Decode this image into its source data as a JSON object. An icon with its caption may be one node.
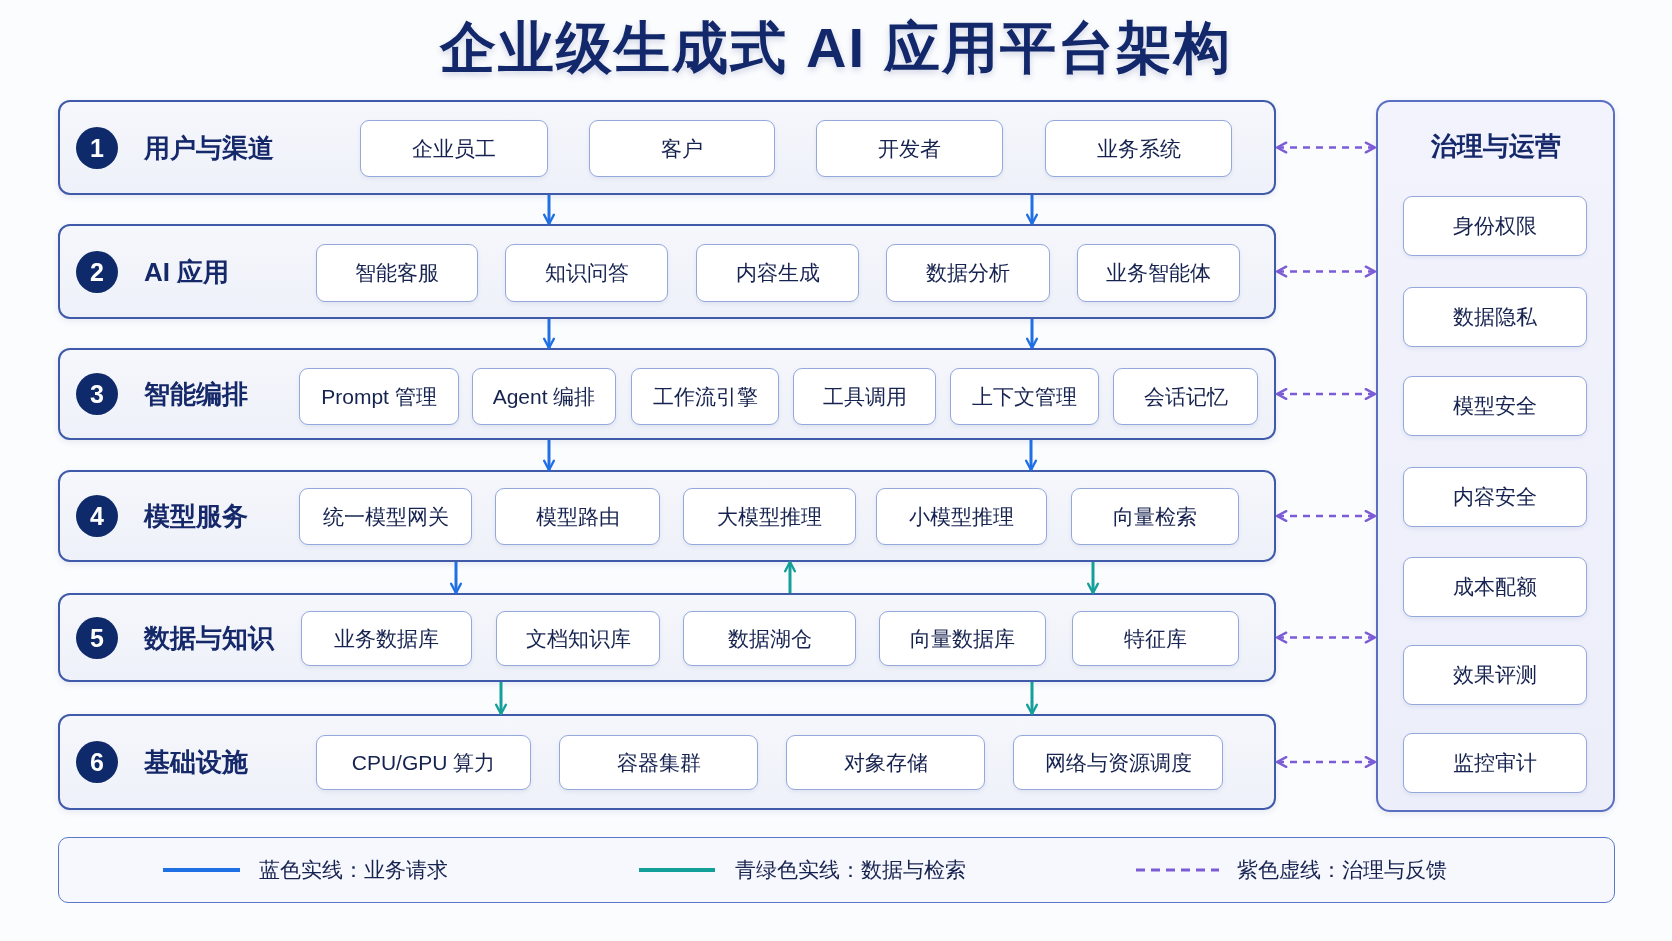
{
  "diagram": {
    "title": "企业级生成式 AI 应用平台架构",
    "nodes": [
      {
        "text": [
          "1",
          "用户与渠道"
        ]
      },
      {
        "text": [
          "企业员工"
        ],
        "in": 0
      },
      {
        "text": [
          "客户"
        ],
        "in": 0
      },
      {
        "text": [
          "开发者"
        ],
        "in": 0
      },
      {
        "text": [
          "业务系统"
        ],
        "in": 0
      },
      {
        "text": [
          "2",
          "AI 应用"
        ]
      },
      {
        "text": [
          "智能客服"
        ],
        "in": 5
      },
      {
        "text": [
          "知识问答"
        ],
        "in": 5
      },
      {
        "text": [
          "内容生成"
        ],
        "in": 5
      },
      {
        "text": [
          "数据分析"
        ],
        "in": 5
      },
      {
        "text": [
          "业务智能体"
        ],
        "in": 5
      },
      {
        "text": [
          "3",
          "智能编排"
        ]
      },
      {
        "text": [
          "Prompt 管理"
        ],
        "in": 11
      },
      {
        "text": [
          "Agent 编排"
        ],
        "in": 11
      },
      {
        "text": [
          "工作流引擎"
        ],
        "in": 11
      },
      {
        "text": [
          "工具调用"
        ],
        "in": 11
      },
      {
        "text": [
          "上下文管理"
        ],
        "in": 11
      },
      {
        "text": [
          "会话记忆"
        ],
        "in": 11
      },
      {
        "text": [
          "4",
          "模型服务"
        ]
      },
      {
        "text": [
          "统一模型网关"
        ],
        "in": 18
      },
      {
        "text": [
          "模型路由"
        ],
        "in": 18
      },
      {
        "text": [
          "大模型推理"
        ],
        "in": 18
      },
      {
        "text": [
          "小模型推理"
        ],
        "in": 18
      },
      {
        "text": [
          "向量检索"
        ],
        "in": 18
      },
      {
        "text": [
          "5",
          "数据与知识"
        ]
      },
      {
        "text": [
          "业务数据库"
        ],
        "in": 24
      },
      {
        "text": [
          "文档知识库"
        ],
        "in": 24
      },
      {
        "text": [
          "数据湖仓"
        ],
        "in": 24
      },
      {
        "text": [
          "向量数据库"
        ],
        "in": 24
      },
      {
        "text": [
          "特征库"
        ],
        "in": 24
      },
      {
        "text": [
          "6",
          "基础设施"
        ]
      },
      {
        "text": [
          "CPU/GPU 算力"
        ],
        "in": 30
      },
      {
        "text": [
          "容器集群"
        ],
        "in": 30
      },
      {
        "text": [
          "对象存储"
        ],
        "in": 30
      },
      {
        "text": [
          "网络与资源调度"
        ],
        "in": 30
      },
      {
        "text": [
          "治理与运营"
        ]
      },
      {
        "text": [
          "身份权限"
        ],
        "in": 35
      },
      {
        "text": [
          "数据隐私"
        ],
        "in": 35
      },
      {
        "text": [
          "模型安全"
        ],
        "in": 35
      },
      {
        "text": [
          "内容安全"
        ],
        "in": 35
      },
      {
        "text": [
          "成本配额"
        ],
        "in": 35
      },
      {
        "text": [
          "效果评测"
        ],
        "in": 35
      },
      {
        "text": [
          "监控审计"
        ],
        "in": 35
      }
    ],
    "edges": [
      {
        "from": 0,
        "to": 5,
        "arrow": "to"
      },
      {
        "from": 0,
        "to": 5,
        "arrow": "to"
      },
      {
        "from": 5,
        "to": 11,
        "arrow": "to"
      },
      {
        "from": 5,
        "to": 11,
        "arrow": "to"
      },
      {
        "from": 11,
        "to": 18,
        "arrow": "to"
      },
      {
        "from": 11,
        "to": 18,
        "arrow": "to"
      },
      {
        "from": 18,
        "to": 24,
        "arrow": "to"
      },
      {
        "from": 24,
        "to": 18,
        "arrow": "to",
        "color": "#14a09a"
      },
      {
        "from": 18,
        "to": 24,
        "arrow": "to",
        "color": "#14a09a"
      },
      {
        "from": 24,
        "to": 30,
        "arrow": "to",
        "color": "#14a09a"
      },
      {
        "from": 24,
        "to": 30,
        "arrow": "to",
        "color": "#14a09a"
      },
      {
        "from": 0,
        "to": 35,
        "arrow": "both",
        "style": "dashed",
        "color": "#7c5cd6"
      },
      {
        "from": 5,
        "to": 35,
        "arrow": "both",
        "style": "dashed",
        "color": "#7c5cd6"
      },
      {
        "from": 11,
        "to": 35,
        "arrow": "both",
        "style": "dashed",
        "color": "#7c5cd6"
      },
      {
        "from": 18,
        "to": 35,
        "arrow": "both",
        "style": "dashed",
        "color": "#7c5cd6"
      },
      {
        "from": 24,
        "to": 35,
        "arrow": "both",
        "style": "dashed",
        "color": "#7c5cd6"
      },
      {
        "from": 30,
        "to": 35,
        "arrow": "both",
        "style": "dashed",
        "color": "#7c5cd6"
      }
    ],
    "legend": [
      {
        "text": "蓝色实线：业务请求"
      },
      {
        "text": "青绿色实线：数据与检索"
      },
      {
        "text": "紫色虚线：治理与反馈"
      }
    ]
  }
}
